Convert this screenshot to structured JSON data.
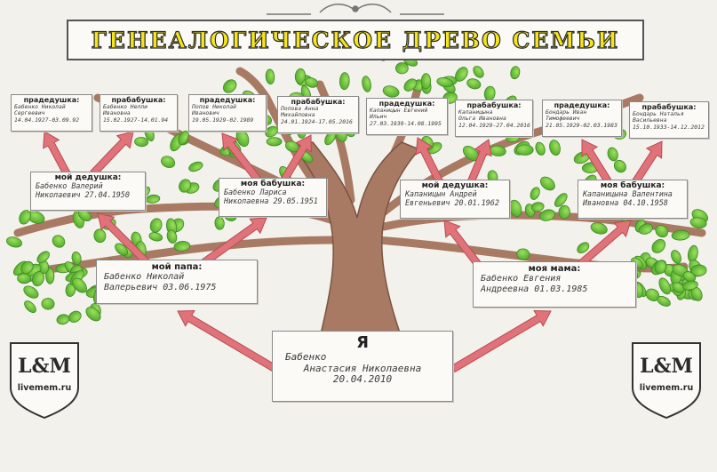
{
  "title": "ГЕНЕАЛОГИЧЕСКОЕ ДРЕВО СЕМЬИ",
  "logo": {
    "monogram": "L&M",
    "site": "livemem.ru"
  },
  "colors": {
    "trunk": "#a87a63",
    "leaf": "#6cc33b",
    "arrow": "#e0737a",
    "title_fill": "#f5e51a",
    "background": "#f3f1ec"
  },
  "me": {
    "role": "Я",
    "lines": [
      "Бабенко",
      "Анастасия Николаевна",
      "20.04.2010"
    ]
  },
  "father": {
    "role": "мой папа:",
    "lines": [
      "Бабенко Николай",
      "Валерьевич 03.06.1975"
    ]
  },
  "mother": {
    "role": "моя мама:",
    "lines": [
      "Бабенко Евгения",
      "Андреевна 01.03.1985"
    ]
  },
  "grandparents": [
    {
      "role": "мой дедушка:",
      "lines": [
        "Бабенко Валерий",
        "Николаевич 27.04.1950"
      ]
    },
    {
      "role": "моя бабушка:",
      "lines": [
        "Бабенко Лариса",
        "Николаевна 29.05.1951"
      ]
    },
    {
      "role": "мой дедушка:",
      "lines": [
        "Капаницын Андрей",
        "Евгеньевич 20.01.1962"
      ]
    },
    {
      "role": "моя бабушка:",
      "lines": [
        "Капаницына Валентина",
        "Ивановна 04.10.1958"
      ]
    }
  ],
  "great_grandparents": [
    {
      "role": "прадедушка:",
      "lines": [
        "Бабенко Николай",
        "Сергеевич",
        "14.04.1927-03.09.92"
      ]
    },
    {
      "role": "прабабушка:",
      "lines": [
        "Бабенко Нелли",
        "Ивановна",
        "15.02.1927-14.01.94"
      ]
    },
    {
      "role": "прадедушка:",
      "lines": [
        "Попов Николай",
        "Иванович",
        "19.05.1929-02.1989"
      ]
    },
    {
      "role": "прабабушка:",
      "lines": [
        "Попова Анна",
        "Михайловна",
        "24.01.1924-17.05.2016"
      ]
    },
    {
      "role": "прадедушка:",
      "lines": [
        "Капаницын Евгений",
        "Ильич",
        "27.03.1939-14.08.1995"
      ]
    },
    {
      "role": "прабабушка:",
      "lines": [
        "Капаницына",
        "Ольга Ивановна",
        "12.04.1929-27.04.2016"
      ]
    },
    {
      "role": "прадедушка:",
      "lines": [
        "Бондарь Иван",
        "Тимофеевич",
        "21.05.1929-02.03.1983"
      ]
    },
    {
      "role": "прабабушка:",
      "lines": [
        "Бондарь Наталья",
        "Васильевна",
        "15.10.1933-14.12.2012"
      ]
    }
  ]
}
